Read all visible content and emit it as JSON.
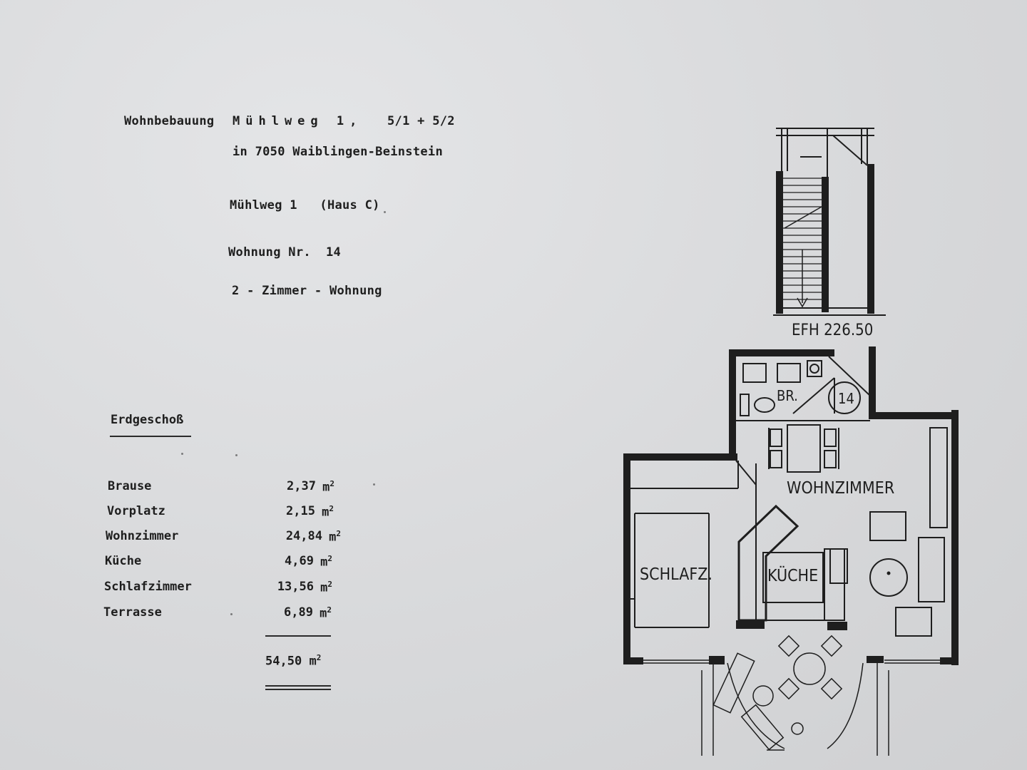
{
  "header": {
    "line1_label": "Wohnbebauung",
    "line1_street": "Mühlweg 1,",
    "line1_numbers": "5/1 + 5/2",
    "line2": "in 7050 Waiblingen-Beinstein",
    "line3": "Mühlweg 1   (Haus C)",
    "line4": "Wohnung Nr.  14",
    "line5": "2 - Zimmer - Wohnung"
  },
  "floor": {
    "title": "Erdgeschoß",
    "unit": "m",
    "unit_exp": "2",
    "rooms": [
      {
        "name": "Brause",
        "area": "2,37"
      },
      {
        "name": "Vorplatz",
        "area": "2,15"
      },
      {
        "name": "Wohnzimmer",
        "area": "24,84"
      },
      {
        "name": "Küche",
        "area": "4,69"
      },
      {
        "name": "Schlafzimmer",
        "area": "13,56"
      },
      {
        "name": "Terrasse",
        "area": "6,89"
      }
    ],
    "total": "54,50"
  },
  "plan": {
    "level_label": "EFH 226.50",
    "unit_number": "14",
    "room_wohnzimmer": "WOHNZIMMER",
    "room_schlafz": "SCHLAFZ.",
    "room_kueche": "KÜCHE",
    "room_bath": "BR."
  }
}
